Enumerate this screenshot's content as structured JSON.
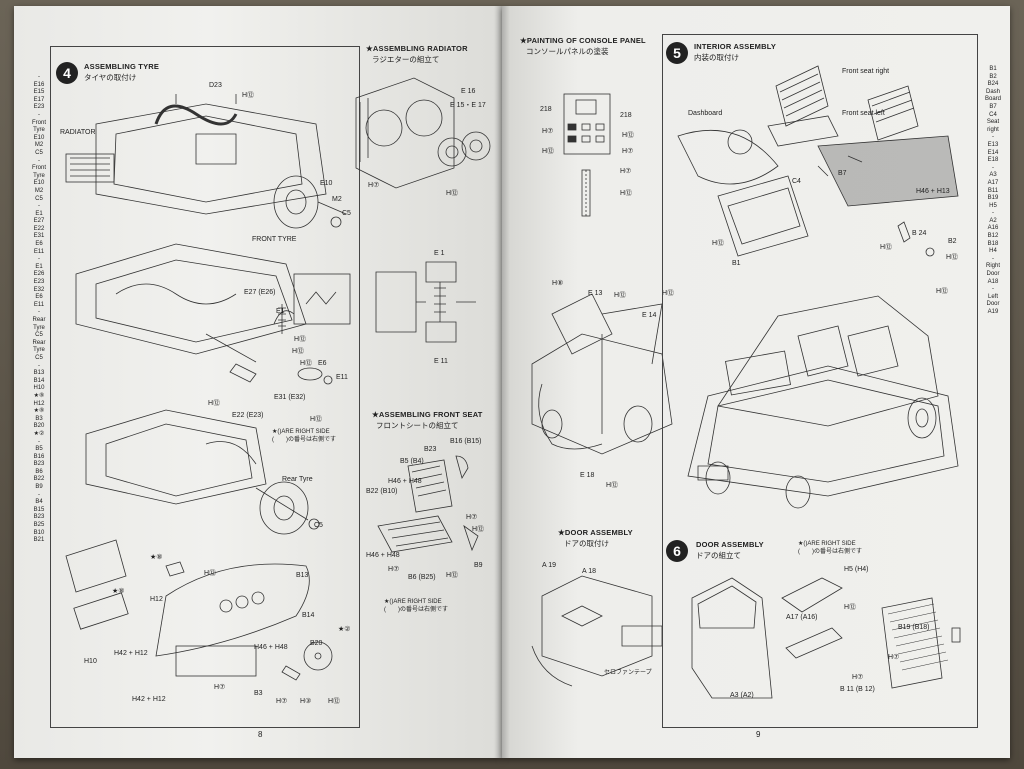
{
  "left_page": {
    "page_number": "8",
    "side_parts_list": [
      "-",
      "E16",
      "E15",
      "E17",
      "E23",
      "-",
      "Front",
      "Tyre",
      "E10",
      "M2",
      "C5",
      "-",
      "Front",
      "Tyre",
      "E10",
      "M2",
      "C5",
      "-",
      "E1",
      "E27",
      "E22",
      "E31",
      "E6",
      "E11",
      "-",
      "E1",
      "E26",
      "E23",
      "E32",
      "E6",
      "E11",
      "-",
      "Rear",
      "Tyre",
      "C5",
      "Rear",
      "Tyre",
      "C5",
      "-",
      "B13",
      "B14",
      "H10",
      "★⑧",
      "H12",
      "★⑧",
      "B3",
      "B20",
      "★②",
      "-",
      "B5",
      "B16",
      "B23",
      "B6",
      "B22",
      "B9",
      "-",
      "B4",
      "B15",
      "B23",
      "B25",
      "B10",
      "B21"
    ],
    "step4": {
      "number": "4",
      "title_en": "ASSEMBLING TYRE",
      "title_jp": "タイヤの取付け",
      "labels": [
        "D23",
        "H⑫",
        "RADIATOR",
        "E10",
        "M2",
        "C5",
        "FRONT TYRE",
        "E27 (E26)",
        "E1",
        "H⑫",
        "H⑫",
        "H⑫",
        "E6",
        "E11",
        "E31 (E32)",
        "H⑫",
        "E22 (E23)",
        "H⑫",
        "Rear Tyre",
        "C5",
        "★⑧",
        "H12",
        "★⑧",
        "H⑫",
        "B13",
        "B14",
        "H10",
        "H42 + H12",
        "H42 + H12",
        "H⑦",
        "H46 + H48",
        "B20",
        "★②",
        "B3",
        "H⑦",
        "H③",
        "H⑫"
      ],
      "note_symbol": "★(",
      "note_en": ")ARE RIGHT SIDE",
      "note_jp": "(　　)の番号は右側です"
    },
    "radiator": {
      "title_en": "★ASSEMBLING RADIATOR",
      "title_jp": "ラジエターの組立て",
      "labels": [
        "E 16",
        "E 15・E 17",
        "H⑦",
        "H⑫"
      ]
    },
    "shock_detail": {
      "labels": [
        "E 1",
        "E 11"
      ]
    },
    "front_seat": {
      "title_en": "★ASSEMBLING FRONT SEAT",
      "title_jp": "フロントシートの組立て",
      "labels": [
        "B23",
        "B5 (B4)",
        "B16 (B15)",
        "H46 + H48",
        "B22 (B10)",
        "H⑦",
        "H⑫",
        "H46 + H48",
        "H⑦",
        "B6 (B25)",
        "H⑫",
        "B9"
      ],
      "note_symbol": "★(",
      "note_en": ")ARE RIGHT SIDE",
      "note_jp": "(　　)の番号は右側です"
    }
  },
  "right_page": {
    "page_number": "9",
    "side_parts_list": [
      "B1",
      "B2",
      "B24",
      "Dash",
      "Board",
      "B7",
      "C4",
      "Seat",
      "right",
      "-",
      "E13",
      "E14",
      "E18",
      "-",
      "A3",
      "A17",
      "B11",
      "B19",
      "H5",
      "-",
      "A2",
      "A16",
      "B12",
      "B18",
      "H4",
      "-",
      "Right",
      "Door",
      "A18",
      "-",
      "Left",
      "Door",
      "A19"
    ],
    "console": {
      "title_en": "★PAINTING OF CONSOLE PANEL",
      "title_jp": "コンソールパネルの塗装",
      "labels": [
        "218",
        "218",
        "H⑦",
        "H⑫",
        "H⑫",
        "H⑦",
        "H⑦",
        "H⑫"
      ]
    },
    "body_assembly": {
      "labels": [
        "H⑧",
        "E 13",
        "H⑫",
        "E 14",
        "H⑫",
        "E 18",
        "H⑫"
      ]
    },
    "door_assembly": {
      "title_en": "★DOOR ASSEMBLY",
      "title_jp": "ドアの取付け",
      "labels": [
        "A 19",
        "A 18",
        "セロファンテープ"
      ]
    },
    "step5": {
      "number": "5",
      "title_en": "INTERIOR ASSEMBLY",
      "title_jp": "内装の取付け",
      "labels": [
        "Front seat right",
        "Front seat left",
        "Dashboard",
        "B7",
        "C4",
        "H46 + H13",
        "H⑫",
        "B1",
        "B 24",
        "B2",
        "H⑫",
        "H⑫",
        "H⑫"
      ]
    },
    "step6": {
      "number": "6",
      "title_en": "DOOR ASSEMBLY",
      "title_jp": "ドアの組立て",
      "note_symbol": "★(",
      "note_en": ")ARE RIGHT SIDE",
      "note_jp": "(　　)の番号は右側です",
      "labels": [
        "H5 (H4)",
        "A17 (A16)",
        "H⑫",
        "B19 (B18)",
        "H⑦",
        "H⑦",
        "A3 (A2)",
        "B 11 (B 12)"
      ]
    }
  }
}
